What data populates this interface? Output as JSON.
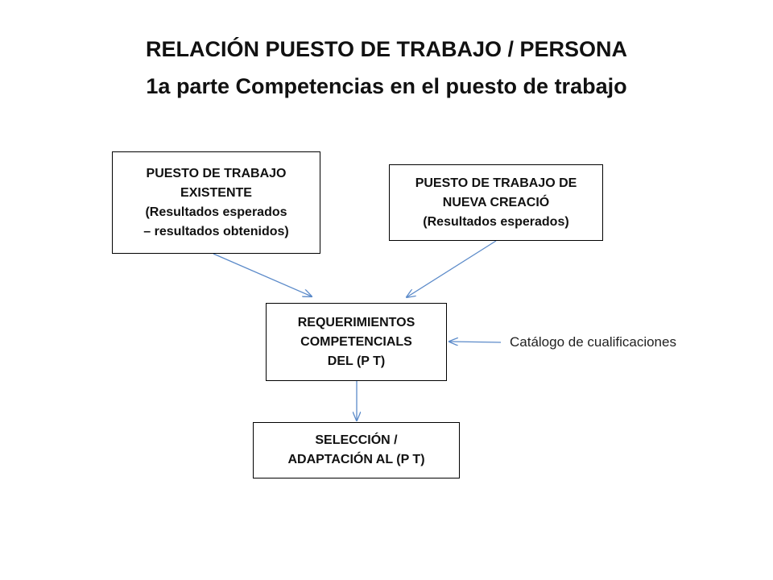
{
  "title": {
    "line1": "RELACIÓN PUESTO DE TRABAJO / PERSONA",
    "line2": "1a parte Competencias en el puesto de trabajo"
  },
  "nodes": {
    "existente": {
      "lines": [
        "PUESTO DE TRABAJO",
        "EXISTENTE",
        "(Resultados esperados",
        "– resultados obtenidos)"
      ]
    },
    "nueva": {
      "lines": [
        "PUESTO DE TRABAJO DE",
        "NUEVA CREACIÓ",
        "(Resultados esperados)"
      ]
    },
    "requerimientos": {
      "lines": [
        "REQUERIMIENTOS",
        "COMPETENCIALS",
        "DEL (P T)"
      ]
    },
    "seleccion": {
      "lines": [
        "SELECCIÓN /",
        "ADAPTACIÓN AL (P T)"
      ]
    },
    "catalogo": "Catálogo de cualificaciones"
  },
  "colors": {
    "arrow": "#5b8ac9",
    "box_border": "#000000",
    "text": "#111111"
  }
}
